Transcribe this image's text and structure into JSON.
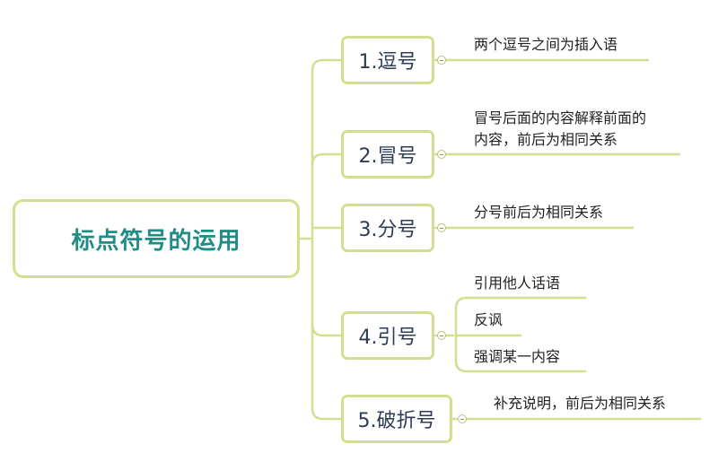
{
  "root": {
    "label": "标点符号的运用"
  },
  "branches": [
    {
      "label": "1.逗号",
      "notes": [
        "两个逗号之间为插入语"
      ]
    },
    {
      "label": "2.冒号",
      "notes": [
        "冒号后面的内容解释前面的\n内容，前后为相同关系"
      ]
    },
    {
      "label": "3.分号",
      "notes": [
        "分号前后为相同关系"
      ]
    },
    {
      "label": "4.引号",
      "notes": [
        "引用他人话语",
        "反讽",
        "强调某一内容"
      ]
    },
    {
      "label": "5.破折号",
      "notes": [
        "补充说明，前后为相同关系"
      ]
    }
  ],
  "colors": {
    "line": "#cfe08f",
    "root_text": "#1f8d84",
    "branch_text": "#2f3a55"
  }
}
